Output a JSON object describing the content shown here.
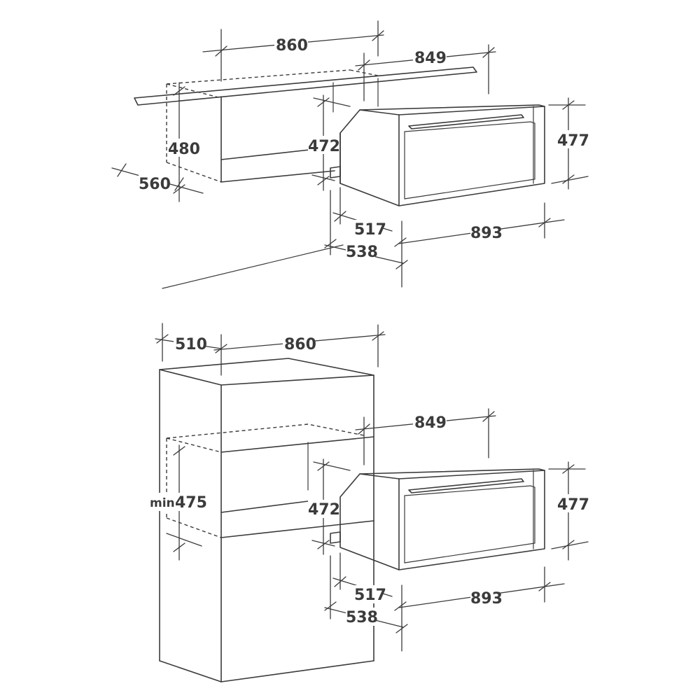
{
  "top_diagram": {
    "labels": {
      "width_cutout": "860",
      "oven_width": "849",
      "cutout_height": "480",
      "cutout_depth": "560",
      "body_height": "472",
      "front_height": "477",
      "body_depth": "517",
      "total_depth": "538",
      "front_width": "893"
    }
  },
  "bottom_diagram": {
    "labels": {
      "cabinet_depth": "510",
      "width_cutout": "860",
      "oven_width": "849",
      "min_prefix": "min",
      "min_height": "475",
      "body_height": "472",
      "front_height": "477",
      "body_depth": "517",
      "total_depth": "538",
      "front_width": "893"
    }
  },
  "colors": {
    "line": "#3b3b3b",
    "background": "#ffffff"
  }
}
